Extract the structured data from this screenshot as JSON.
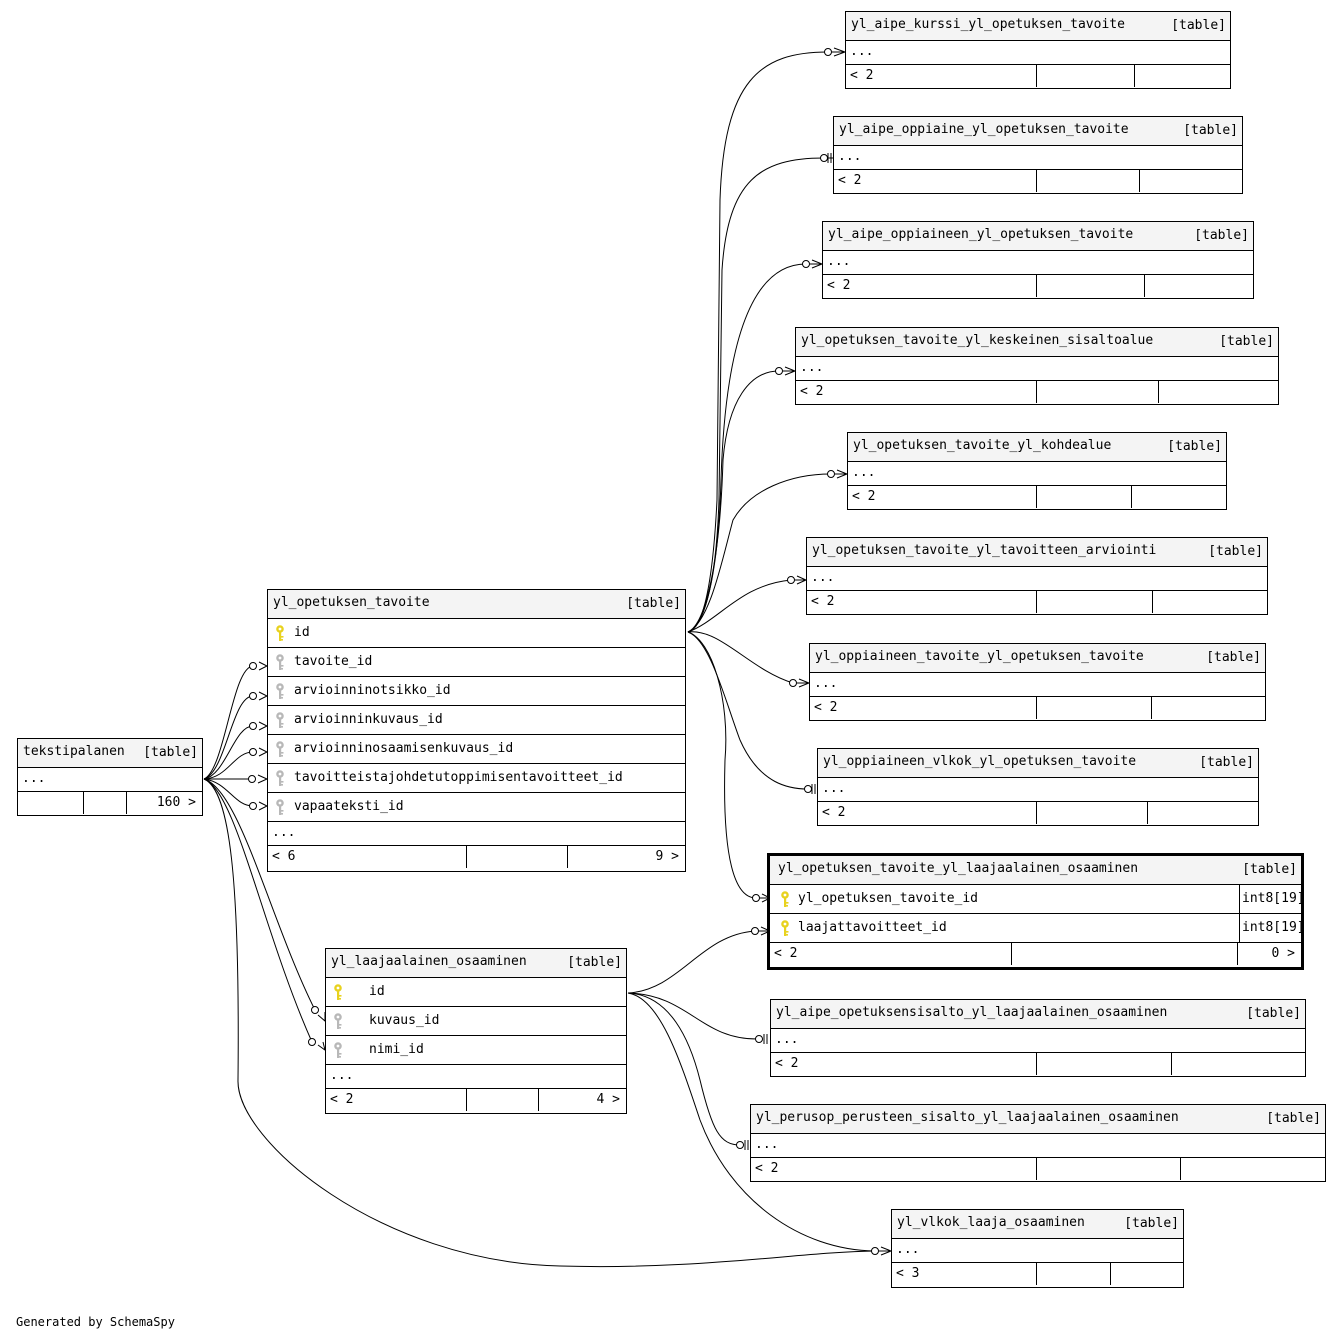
{
  "generated_label": "Generated by SchemaSpy",
  "tables": {
    "tekstipalanen": {
      "name": "tekstipalanen",
      "kind": "[table]",
      "dots": "...",
      "foot_left": "",
      "foot_right": "160 >"
    },
    "yl_opetuksen_tavoite": {
      "name": "yl_opetuksen_tavoite",
      "kind": "[table]",
      "dots": "...",
      "foot_left": "< 6",
      "foot_right": "9 >",
      "columns": [
        {
          "name": "id",
          "key": "primary"
        },
        {
          "name": "tavoite_id",
          "key": "foreign"
        },
        {
          "name": "arvioinninotsikko_id",
          "key": "foreign"
        },
        {
          "name": "arvioinninkuvaus_id",
          "key": "foreign"
        },
        {
          "name": "arvioinninosaamisenkuvaus_id",
          "key": "foreign"
        },
        {
          "name": "tavoitteistajohdetutoppimisentavoitteet_id",
          "key": "foreign"
        },
        {
          "name": "vapaateksti_id",
          "key": "foreign"
        }
      ]
    },
    "yl_laajaalainen_osaaminen": {
      "name": "yl_laajaalainen_osaaminen",
      "kind": "[table]",
      "dots": "...",
      "foot_left": "< 2",
      "foot_right": "4 >",
      "columns": [
        {
          "name": "id",
          "key": "primary"
        },
        {
          "name": "kuvaus_id",
          "key": "foreign"
        },
        {
          "name": "nimi_id",
          "key": "foreign"
        }
      ]
    },
    "aipe_kurssi": {
      "name": "yl_aipe_kurssi_yl_opetuksen_tavoite",
      "kind": "[table]",
      "dots": "...",
      "foot_left": "< 2",
      "foot_right": ""
    },
    "aipe_oppiaine": {
      "name": "yl_aipe_oppiaine_yl_opetuksen_tavoite",
      "kind": "[table]",
      "dots": "...",
      "foot_left": "< 2",
      "foot_right": ""
    },
    "aipe_oppiaineen": {
      "name": "yl_aipe_oppiaineen_yl_opetuksen_tavoite",
      "kind": "[table]",
      "dots": "...",
      "foot_left": "< 2",
      "foot_right": ""
    },
    "keskeinen": {
      "name": "yl_opetuksen_tavoite_yl_keskeinen_sisaltoalue",
      "kind": "[table]",
      "dots": "...",
      "foot_left": "< 2",
      "foot_right": ""
    },
    "kohdealue": {
      "name": "yl_opetuksen_tavoite_yl_kohdealue",
      "kind": "[table]",
      "dots": "...",
      "foot_left": "< 2",
      "foot_right": ""
    },
    "arviointi": {
      "name": "yl_opetuksen_tavoite_yl_tavoitteen_arviointi",
      "kind": "[table]",
      "dots": "...",
      "foot_left": "< 2",
      "foot_right": ""
    },
    "oppiaineen_tavoite": {
      "name": "yl_oppiaineen_tavoite_yl_opetuksen_tavoite",
      "kind": "[table]",
      "dots": "...",
      "foot_left": "< 2",
      "foot_right": ""
    },
    "vlkok_opetuksen": {
      "name": "yl_oppiaineen_vlkok_yl_opetuksen_tavoite",
      "kind": "[table]",
      "dots": "...",
      "foot_left": "< 2",
      "foot_right": ""
    },
    "focus": {
      "name": "yl_opetuksen_tavoite_yl_laajaalainen_osaaminen",
      "kind": "[table]",
      "foot_left": "< 2",
      "foot_right": "0 >",
      "columns": [
        {
          "name": "yl_opetuksen_tavoite_id",
          "key": "primary",
          "type": "int8[19]"
        },
        {
          "name": "laajattavoitteet_id",
          "key": "primary",
          "type": "int8[19]"
        }
      ]
    },
    "aipe_opetuksensisalto": {
      "name": "yl_aipe_opetuksensisalto_yl_laajaalainen_osaaminen",
      "kind": "[table]",
      "dots": "...",
      "foot_left": "< 2",
      "foot_right": ""
    },
    "perusop": {
      "name": "yl_perusop_perusteen_sisalto_yl_laajaalainen_osaaminen",
      "kind": "[table]",
      "dots": "...",
      "foot_left": "< 2",
      "foot_right": ""
    },
    "vlkok_laaja": {
      "name": "yl_vlkok_laaja_osaaminen",
      "kind": "[table]",
      "dots": "...",
      "foot_left": "< 3",
      "foot_right": ""
    }
  },
  "colors": {
    "primary_key": "#e8d21f",
    "foreign_key": "#b8b8b8",
    "header_bg": "#f4f4f4",
    "line": "#000000"
  }
}
